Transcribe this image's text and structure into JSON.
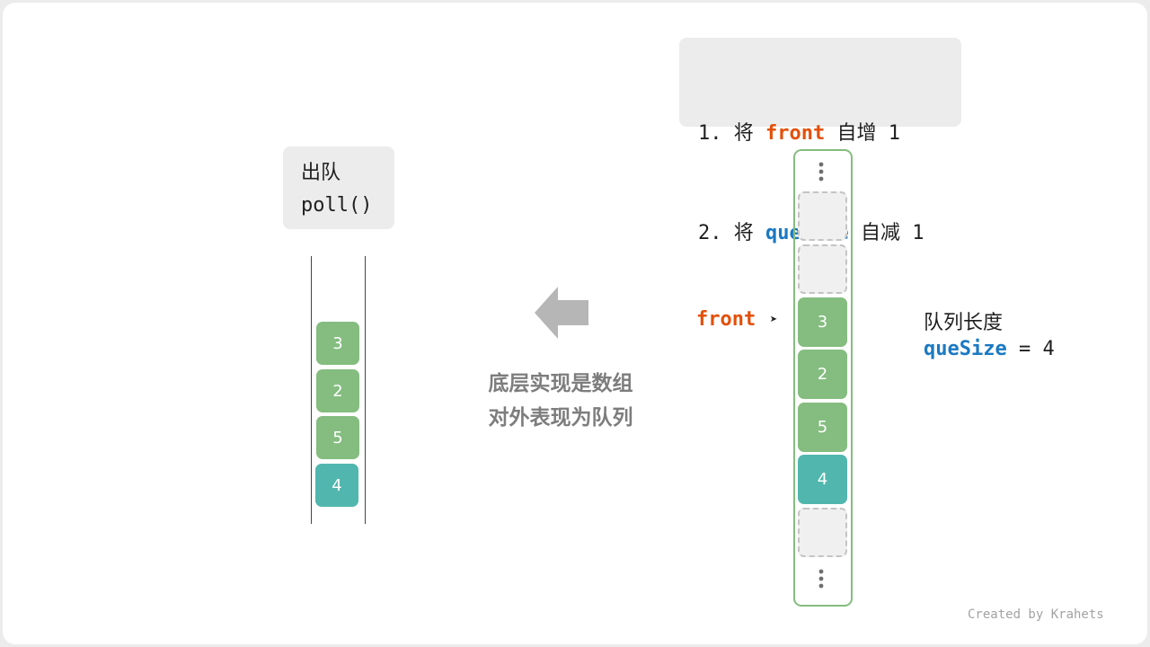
{
  "operation": {
    "name": "出队",
    "method": "poll()"
  },
  "steps": {
    "step1": {
      "prefix": "1. 将 ",
      "keyword": "front",
      "suffix": " 自增 1"
    },
    "step2": {
      "prefix": "2. 将 ",
      "keyword": "queSize",
      "suffix": " 自减 1"
    }
  },
  "queue_view": {
    "items": [
      "3",
      "2",
      "5",
      "4"
    ]
  },
  "caption": {
    "line1": "底层实现是数组",
    "line2": "对外表现为队列"
  },
  "array_view": {
    "slots": [
      "",
      "",
      "3",
      "2",
      "5",
      "4",
      ""
    ],
    "front_index": 2
  },
  "pointer": {
    "label": "front",
    "symbol": "➤"
  },
  "length_info": {
    "title": "队列长度",
    "var": "queSize",
    "equals": " = ",
    "value": "4"
  },
  "credit": "Created by Krahets",
  "colors": {
    "element": "#84bd7f",
    "tail_element": "#51b7ae",
    "front_keyword": "#e35009",
    "size_keyword": "#1b79c2",
    "arrow": "#b6b6b6",
    "caption": "#7d7d7d"
  }
}
